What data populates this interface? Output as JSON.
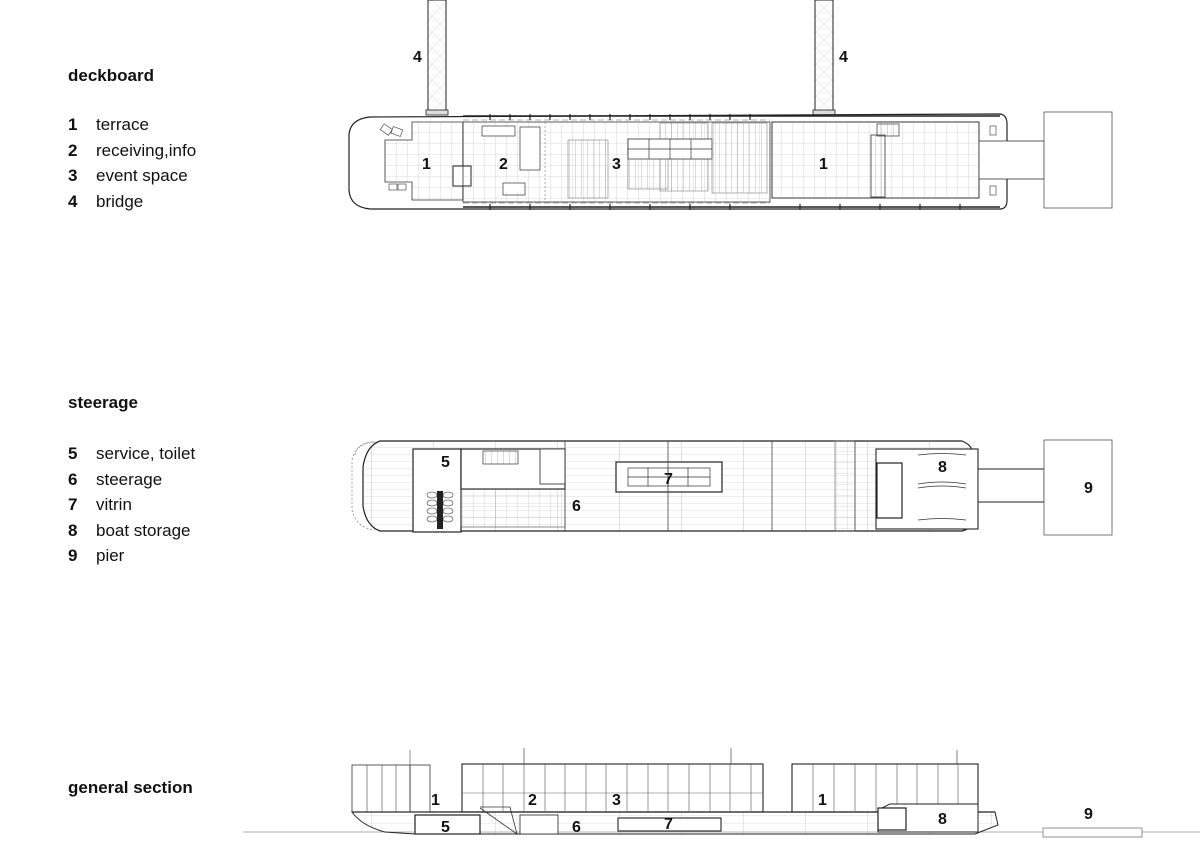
{
  "legends": {
    "deckboard": {
      "title": "deckboard",
      "items": [
        {
          "num": "1",
          "label": "terrace"
        },
        {
          "num": "2",
          "label": "receiving,info"
        },
        {
          "num": "3",
          "label": "event space"
        },
        {
          "num": "4",
          "label": "bridge"
        }
      ]
    },
    "steerage": {
      "title": "steerage",
      "items": [
        {
          "num": "5",
          "label": "service, toilet"
        },
        {
          "num": "6",
          "label": "steerage"
        },
        {
          "num": "7",
          "label": "vitrin"
        },
        {
          "num": "8",
          "label": "boat storage"
        },
        {
          "num": "9",
          "label": "pier"
        }
      ]
    },
    "section": {
      "title": "general section"
    }
  },
  "plan_labels": {
    "deck": {
      "bridge_left": "4",
      "bridge_right": "4",
      "terrace_left": "1",
      "receiving": "2",
      "event": "3",
      "terrace_right": "1"
    },
    "steerage": {
      "service": "5",
      "steerage": "6",
      "vitrin": "7",
      "boat_storage": "8",
      "pier": "9"
    },
    "section": {
      "terrace_left": "1",
      "receiving": "2",
      "event": "3",
      "terrace_right": "1",
      "service": "5",
      "steerage": "6",
      "vitrin": "7",
      "boat_storage": "8",
      "pier": "9"
    }
  },
  "colors": {
    "line": "#222222",
    "grid": "#9a9a9a",
    "background": "#ffffff"
  }
}
